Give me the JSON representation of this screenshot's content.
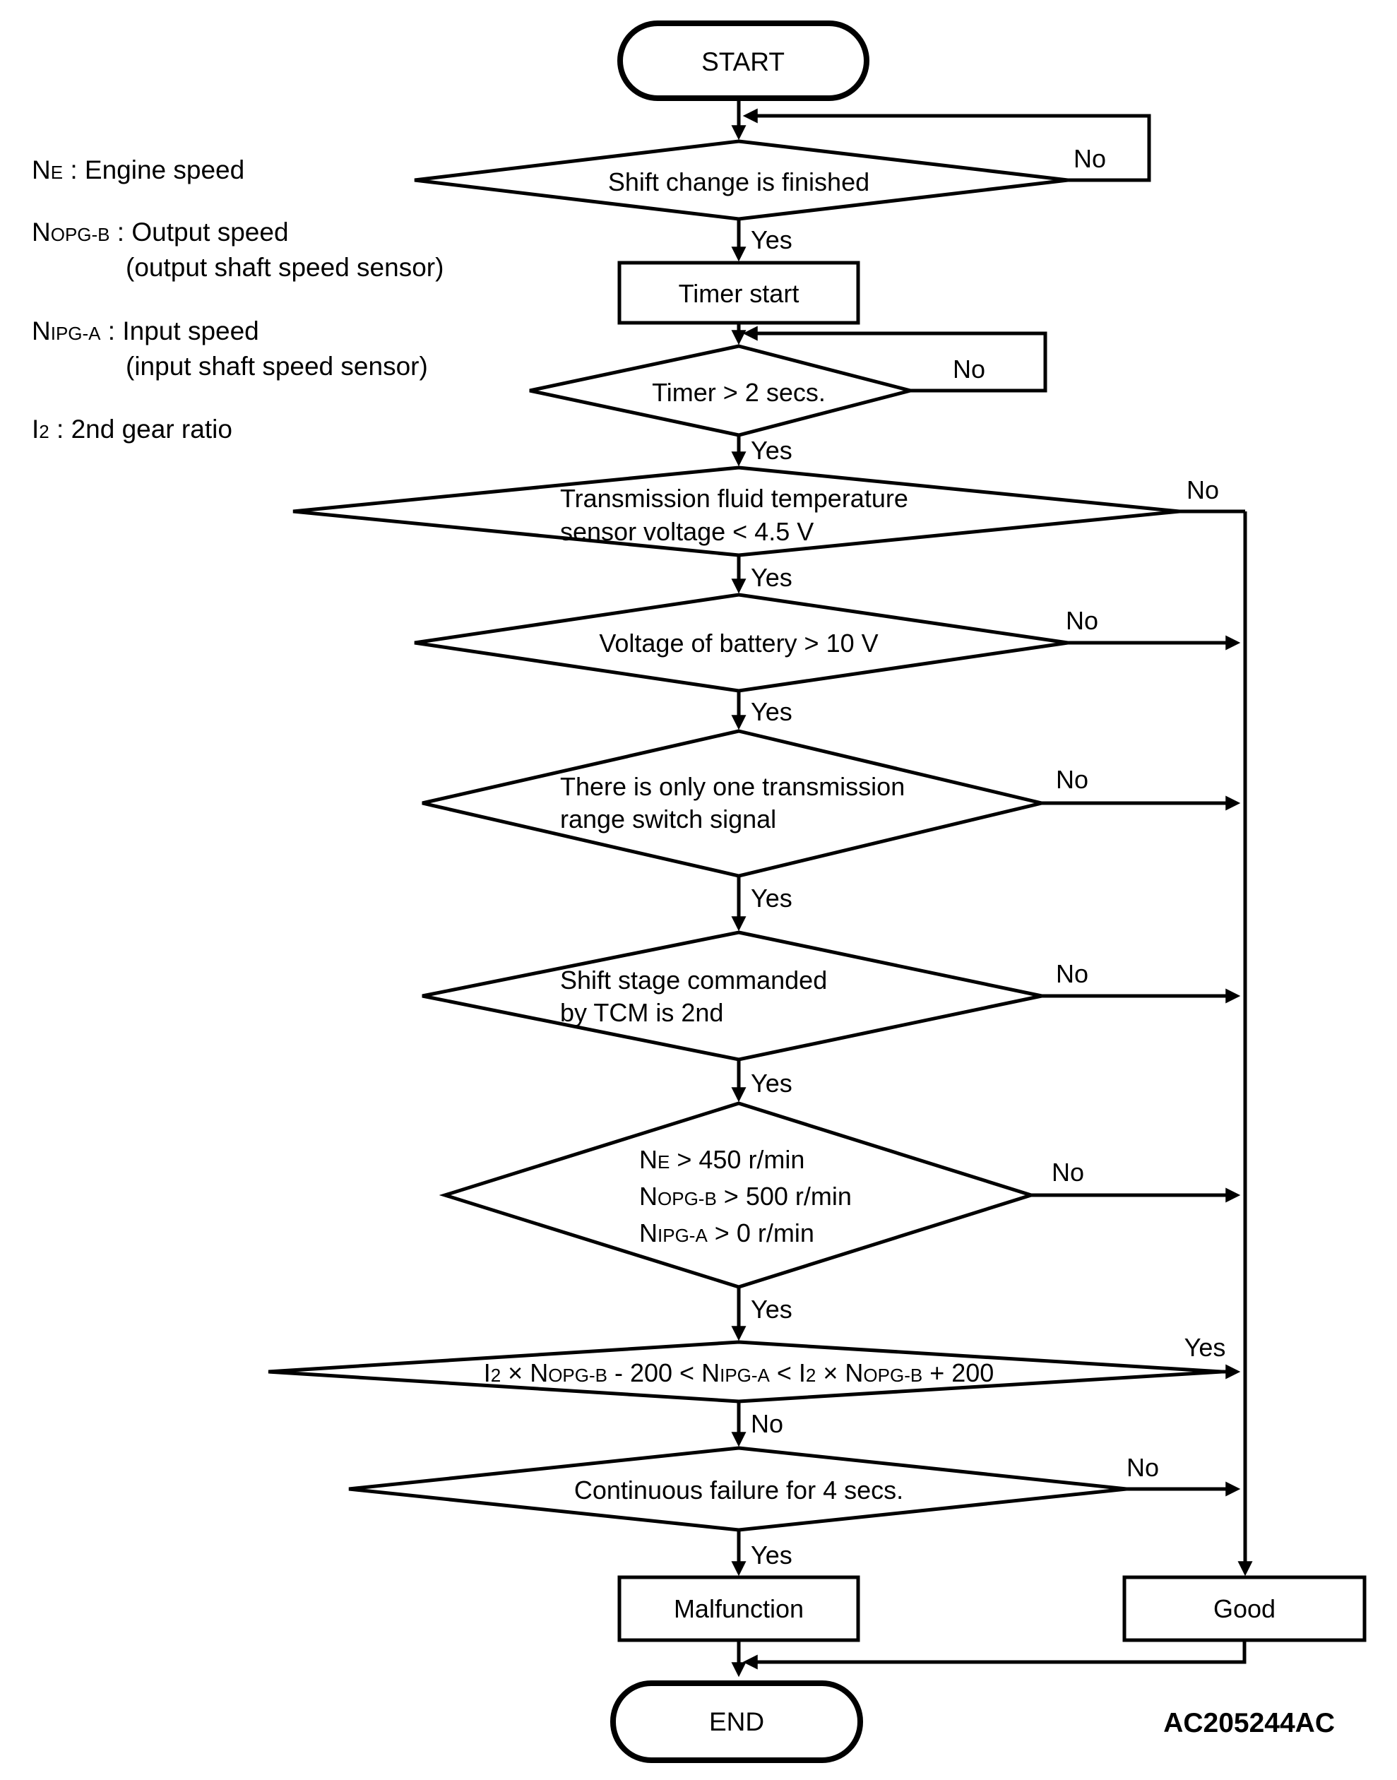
{
  "colors": {
    "line": "#000000",
    "background": "#ffffff"
  },
  "legend": {
    "items": [
      {
        "sym": "N",
        "sub": "E",
        "desc": " : Engine speed",
        "note": ""
      },
      {
        "sym": "N",
        "sub": "OPG-B",
        "desc": " : Output speed",
        "note": "(output shaft speed sensor)"
      },
      {
        "sym": "N",
        "sub": "IPG-A",
        "desc": " : Input speed",
        "note": "(input shaft speed sensor)"
      },
      {
        "sym": "I",
        "sub": "2",
        "desc": " : 2nd gear ratio",
        "note": ""
      }
    ]
  },
  "nodes": {
    "start": {
      "label": "START"
    },
    "d1": {
      "label": "Shift change is finished",
      "yes": "Yes",
      "no": "No"
    },
    "timer": {
      "label": "Timer start"
    },
    "d2": {
      "label": "Timer > 2 secs.",
      "yes": "Yes",
      "no": "No"
    },
    "d3": {
      "line1": "Transmission fluid temperature",
      "line2": "sensor voltage < 4.5 V",
      "yes": "Yes",
      "no": "No"
    },
    "d4": {
      "label": "Voltage of battery > 10 V",
      "yes": "Yes",
      "no": "No"
    },
    "d5": {
      "line1": "There is only one transmission",
      "line2": "range switch signal",
      "yes": "Yes",
      "no": "No"
    },
    "d6": {
      "line1": "Shift stage commanded",
      "line2": "by TCM is 2nd",
      "yes": "Yes",
      "no": "No"
    },
    "d7": {
      "lines": [
        {
          "sym": "N",
          "sub": "E",
          "rest": " > 450 r/min"
        },
        {
          "sym": "N",
          "sub": "OPG-B",
          "rest": " > 500 r/min"
        },
        {
          "sym": "N",
          "sub": "IPG-A",
          "rest": " > 0 r/min"
        }
      ],
      "yes": "Yes",
      "no": "No"
    },
    "d8": {
      "parts": [
        {
          "t": "I"
        },
        {
          "s": "2"
        },
        {
          "t": " × N"
        },
        {
          "s": "OPG-B"
        },
        {
          "t": " - 200 < N"
        },
        {
          "s": "IPG-A"
        },
        {
          "t": " < I"
        },
        {
          "s": "2"
        },
        {
          "t": " × N"
        },
        {
          "s": "OPG-B"
        },
        {
          "t": " + 200"
        }
      ],
      "yes": "Yes",
      "no": "No"
    },
    "d9": {
      "label": "Continuous failure for 4 secs.",
      "yes": "Yes",
      "no": "No"
    },
    "malfunction": {
      "label": "Malfunction"
    },
    "good": {
      "label": "Good"
    },
    "end": {
      "label": "END"
    }
  },
  "footer": {
    "code": "AC205244AC"
  }
}
